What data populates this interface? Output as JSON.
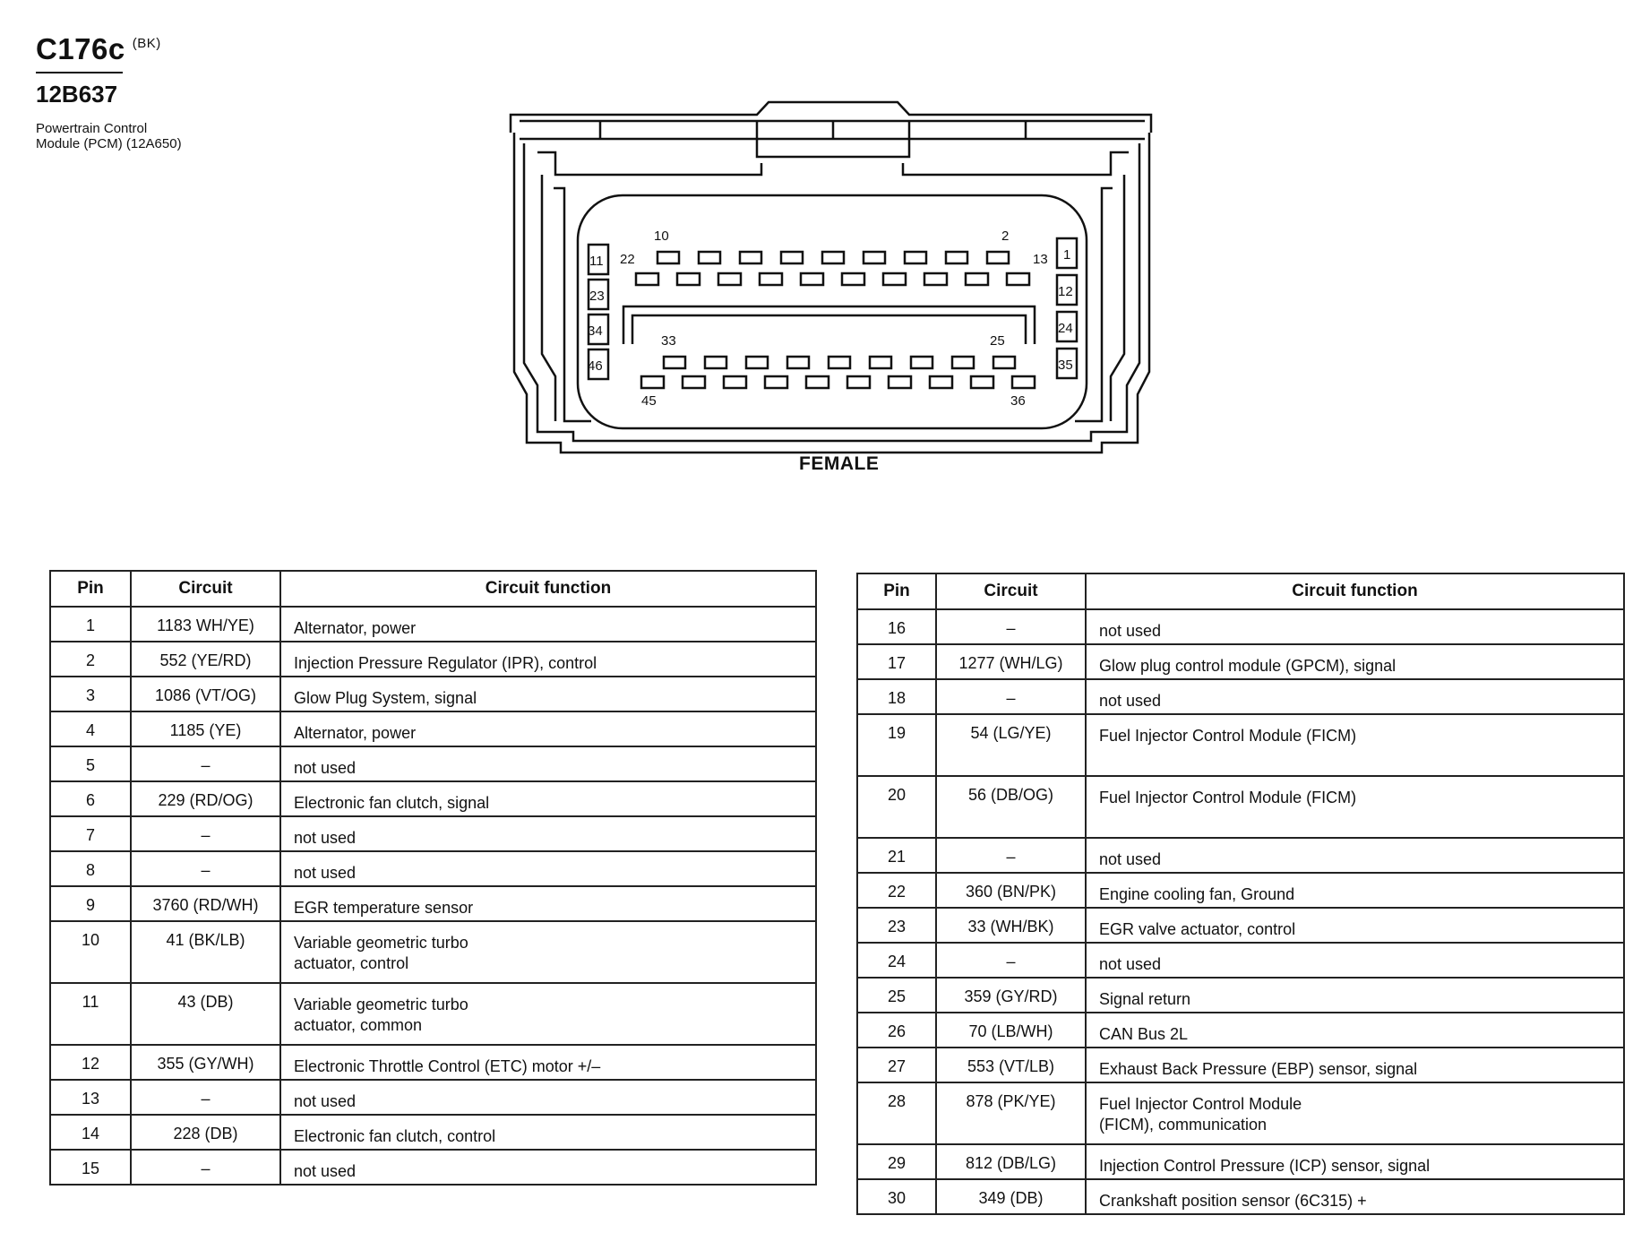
{
  "header": {
    "connector_id": "C176c",
    "color_code": "(BK)",
    "part_number": "12B637",
    "description_line1": "Powertrain Control",
    "description_line2": "Module (PCM) (12A650)"
  },
  "diagram": {
    "view_label": "FEMALE",
    "pin_labels": {
      "top_left": "10",
      "top_right": "2",
      "row1_left": "22",
      "row1_right": "13",
      "mid_left": "33",
      "mid_right": "25",
      "bottom_left": "45",
      "bottom_right": "36",
      "side_left": [
        "11",
        "23",
        "34",
        "46"
      ],
      "side_right": [
        "1",
        "12",
        "24",
        "35"
      ]
    }
  },
  "table_headers": {
    "pin": "Pin",
    "circuit": "Circuit",
    "function": "Circuit function"
  },
  "left_table": [
    {
      "pin": "1",
      "circuit": "1183 WH/YE)",
      "function": "Alternator, power"
    },
    {
      "pin": "2",
      "circuit": "552 (YE/RD)",
      "function": "Injection Pressure Regulator (IPR), control"
    },
    {
      "pin": "3",
      "circuit": "1086 (VT/OG)",
      "function": "Glow Plug System, signal"
    },
    {
      "pin": "4",
      "circuit": "1185 (YE)",
      "function": "Alternator, power"
    },
    {
      "pin": "5",
      "circuit": "–",
      "function": "not used"
    },
    {
      "pin": "6",
      "circuit": "229 (RD/OG)",
      "function": "Electronic fan clutch, signal"
    },
    {
      "pin": "7",
      "circuit": "–",
      "function": "not used"
    },
    {
      "pin": "8",
      "circuit": "–",
      "function": "not used"
    },
    {
      "pin": "9",
      "circuit": "3760 (RD/WH)",
      "function": "EGR temperature sensor"
    },
    {
      "pin": "10",
      "circuit": "41 (BK/LB)",
      "function": "Variable geometric turbo",
      "function2": "actuator, control"
    },
    {
      "pin": "11",
      "circuit": "43 (DB)",
      "function": "Variable geometric turbo",
      "function2": "actuator, common"
    },
    {
      "pin": "12",
      "circuit": "355 (GY/WH)",
      "function": "Electronic Throttle Control (ETC) motor +/–"
    },
    {
      "pin": "13",
      "circuit": "–",
      "function": "not used"
    },
    {
      "pin": "14",
      "circuit": "228 (DB)",
      "function": "Electronic fan clutch, control"
    },
    {
      "pin": "15",
      "circuit": "–",
      "function": "not used"
    }
  ],
  "right_table": [
    {
      "pin": "16",
      "circuit": "–",
      "function": "not used"
    },
    {
      "pin": "17",
      "circuit": "1277 (WH/LG)",
      "function": "Glow plug control module (GPCM), signal"
    },
    {
      "pin": "18",
      "circuit": "–",
      "function": "not used"
    },
    {
      "pin": "19",
      "circuit": "54 (LG/YE)",
      "function": "Fuel Injector Control Module (FICM)"
    },
    {
      "pin": "20",
      "circuit": "56 (DB/OG)",
      "function": "Fuel Injector Control Module (FICM)"
    },
    {
      "pin": "21",
      "circuit": "–",
      "function": "not used"
    },
    {
      "pin": "22",
      "circuit": "360 (BN/PK)",
      "function": "Engine cooling fan, Ground"
    },
    {
      "pin": "23",
      "circuit": "33 (WH/BK)",
      "function": "EGR valve actuator, control"
    },
    {
      "pin": "24",
      "circuit": "–",
      "function": "not used"
    },
    {
      "pin": "25",
      "circuit": "359 (GY/RD)",
      "function": "Signal return"
    },
    {
      "pin": "26",
      "circuit": "70 (LB/WH)",
      "function": "CAN Bus 2L"
    },
    {
      "pin": "27",
      "circuit": "553 (VT/LB)",
      "function": "Exhaust Back Pressure (EBP) sensor, signal"
    },
    {
      "pin": "28",
      "circuit": "878 (PK/YE)",
      "function": "Fuel Injector Control Module",
      "function2": "(FICM), communication"
    },
    {
      "pin": "29",
      "circuit": "812 (DB/LG)",
      "function": "Injection Control Pressure (ICP) sensor, signal"
    },
    {
      "pin": "30",
      "circuit": "349 (DB)",
      "function": "Crankshaft position sensor (6C315) +"
    }
  ]
}
